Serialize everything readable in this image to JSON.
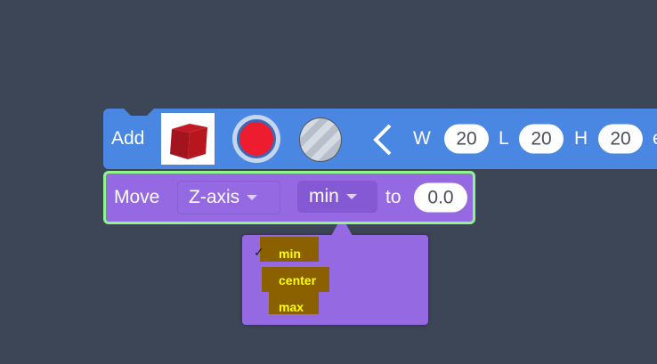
{
  "add_block": {
    "label": "Add",
    "color_swatch": "#ed1c2e",
    "material": "striped-gray",
    "direction_icon": "chevron-left-icon",
    "w_label": "W",
    "w_value": "20",
    "l_label": "L",
    "l_value": "20",
    "h_label": "H",
    "h_value": "20",
    "trailing": "e"
  },
  "move_block": {
    "label": "Move",
    "axis": "Z-axis",
    "anchor": "min",
    "to_label": "to",
    "value": "0.0"
  },
  "menu": {
    "check": "✓",
    "items": [
      {
        "label": "min",
        "selected": true
      },
      {
        "label": "center",
        "selected": false
      },
      {
        "label": "max",
        "selected": false
      }
    ]
  },
  "colors": {
    "add_block": "#4a87e3",
    "move_block": "#9469e2",
    "highlight": "#8ef58a",
    "background": "#3c4657"
  }
}
